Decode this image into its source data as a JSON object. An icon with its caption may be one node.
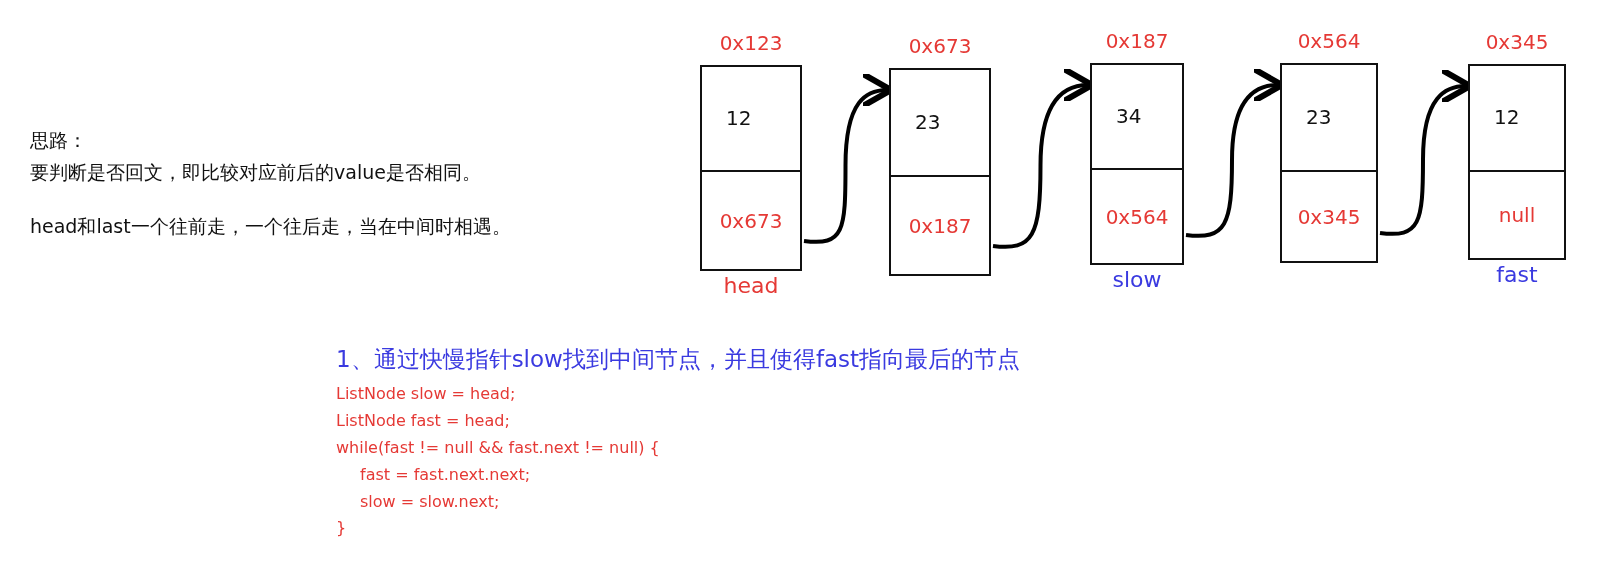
{
  "diagram": {
    "nodes": [
      {
        "text": [
          "12",
          "0x673"
        ],
        "beside": [
          "0x123",
          "head"
        ]
      },
      {
        "text": [
          "23",
          "0x187"
        ],
        "beside": [
          "0x673"
        ]
      },
      {
        "text": [
          "34",
          "0x564"
        ],
        "beside": [
          "0x187",
          "slow"
        ]
      },
      {
        "text": [
          "23",
          "0x345"
        ],
        "beside": [
          "0x564"
        ]
      },
      {
        "text": [
          "12",
          "null"
        ],
        "beside": [
          "0x345",
          "fast"
        ]
      }
    ],
    "edges": [
      {
        "from": 0,
        "to": 1,
        "arrow": "to"
      },
      {
        "from": 1,
        "to": 2,
        "arrow": "to"
      },
      {
        "from": 2,
        "to": 3,
        "arrow": "to"
      },
      {
        "from": 3,
        "to": 4,
        "arrow": "to"
      }
    ],
    "labels": [
      "思路：",
      "要判断是否回文，即比较对应前后的value是否相同。",
      "head和last一个往前走，一个往后走，当在中间时相遇。",
      "1、通过快慢指针slow找到中间节点，并且使得fast指向最后的节点",
      "ListNode slow = head;",
      "ListNode fast = head;",
      "while(fast != null && fast.next != null) {",
      "fast = fast.next.next;",
      "slow = slow.next;",
      "}"
    ]
  }
}
